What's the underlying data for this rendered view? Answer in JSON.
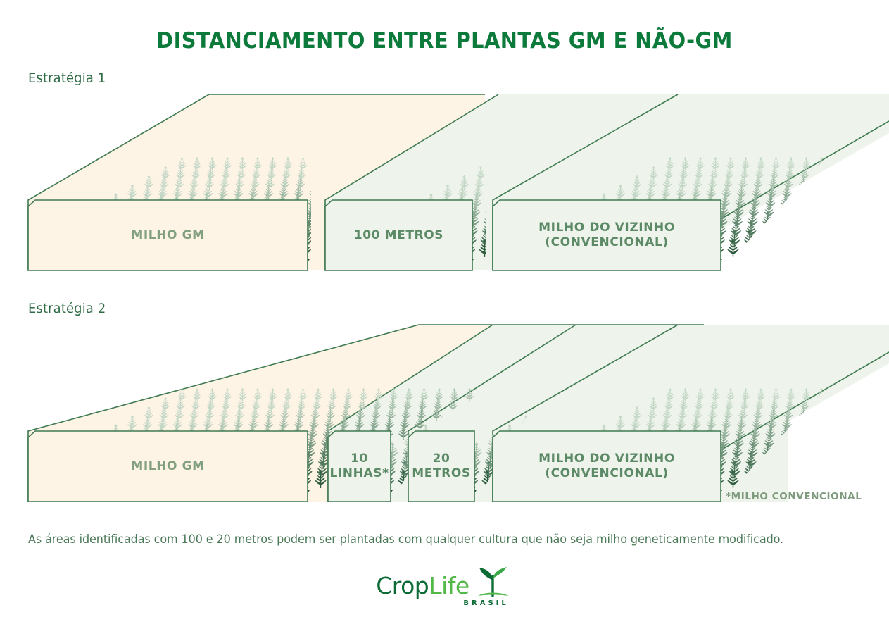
{
  "page": {
    "title": "DISTANCIAMENTO ENTRE PLANTAS GM E NÃO-GM",
    "background": "#ffffff"
  },
  "colors": {
    "title_green": "#0b7a3b",
    "heading_green": "#2e6b45",
    "field_border": "#3f7a51",
    "gm_field_fill": "#fdf4e6",
    "conventional_field_fill": "#eef4ec",
    "gm_label_text": "#82a07f",
    "conventional_label_text": "#5c8a66",
    "footnote_text": "#7d9a7c",
    "caption_text": "#4b7a58",
    "corn_dark": "#1f5132",
    "corn_light": "#cfe0cf",
    "logo_dark_green": "#0d6b36",
    "logo_light_green": "#52b848"
  },
  "strategies": [
    {
      "heading": "Estratégia 1",
      "panels": [
        {
          "label": "MILHO GM",
          "lines": [
            "MILHO GM"
          ],
          "type": "gm",
          "font_size": 17
        },
        {
          "label": "100 METROS",
          "lines": [
            "100 METROS"
          ],
          "type": "conventional",
          "font_size": 17
        },
        {
          "label": "MILHO DO VIZINHO (CONVENCIONAL)",
          "lines": [
            "MILHO DO VIZINHO",
            "(CONVENCIONAL)"
          ],
          "type": "conventional",
          "font_size": 17
        }
      ]
    },
    {
      "heading": "Estratégia 2",
      "panels": [
        {
          "label": "MILHO GM",
          "lines": [
            "MILHO GM"
          ],
          "type": "gm",
          "font_size": 17
        },
        {
          "label": "10 LINHAS*",
          "lines": [
            "10",
            "LINHAS*"
          ],
          "type": "conventional",
          "font_size": 17
        },
        {
          "label": "20 METROS",
          "lines": [
            "20",
            "METROS"
          ],
          "type": "conventional",
          "font_size": 17
        },
        {
          "label": "MILHO DO VIZINHO (CONVENCIONAL)",
          "lines": [
            "MILHO DO VIZINHO",
            "(CONVENCIONAL)"
          ],
          "type": "conventional",
          "font_size": 17
        }
      ]
    }
  ],
  "footnote": "*MILHO CONVENCIONAL",
  "caption": "As áreas identificadas com 100 e 20 metros podem ser plantadas com qualquer cultura que não seja milho geneticamente modificado.",
  "logo": {
    "word_first": "Crop",
    "word_second": "Life",
    "subtitle": "BRASIL",
    "mark": "sprout-icon"
  }
}
